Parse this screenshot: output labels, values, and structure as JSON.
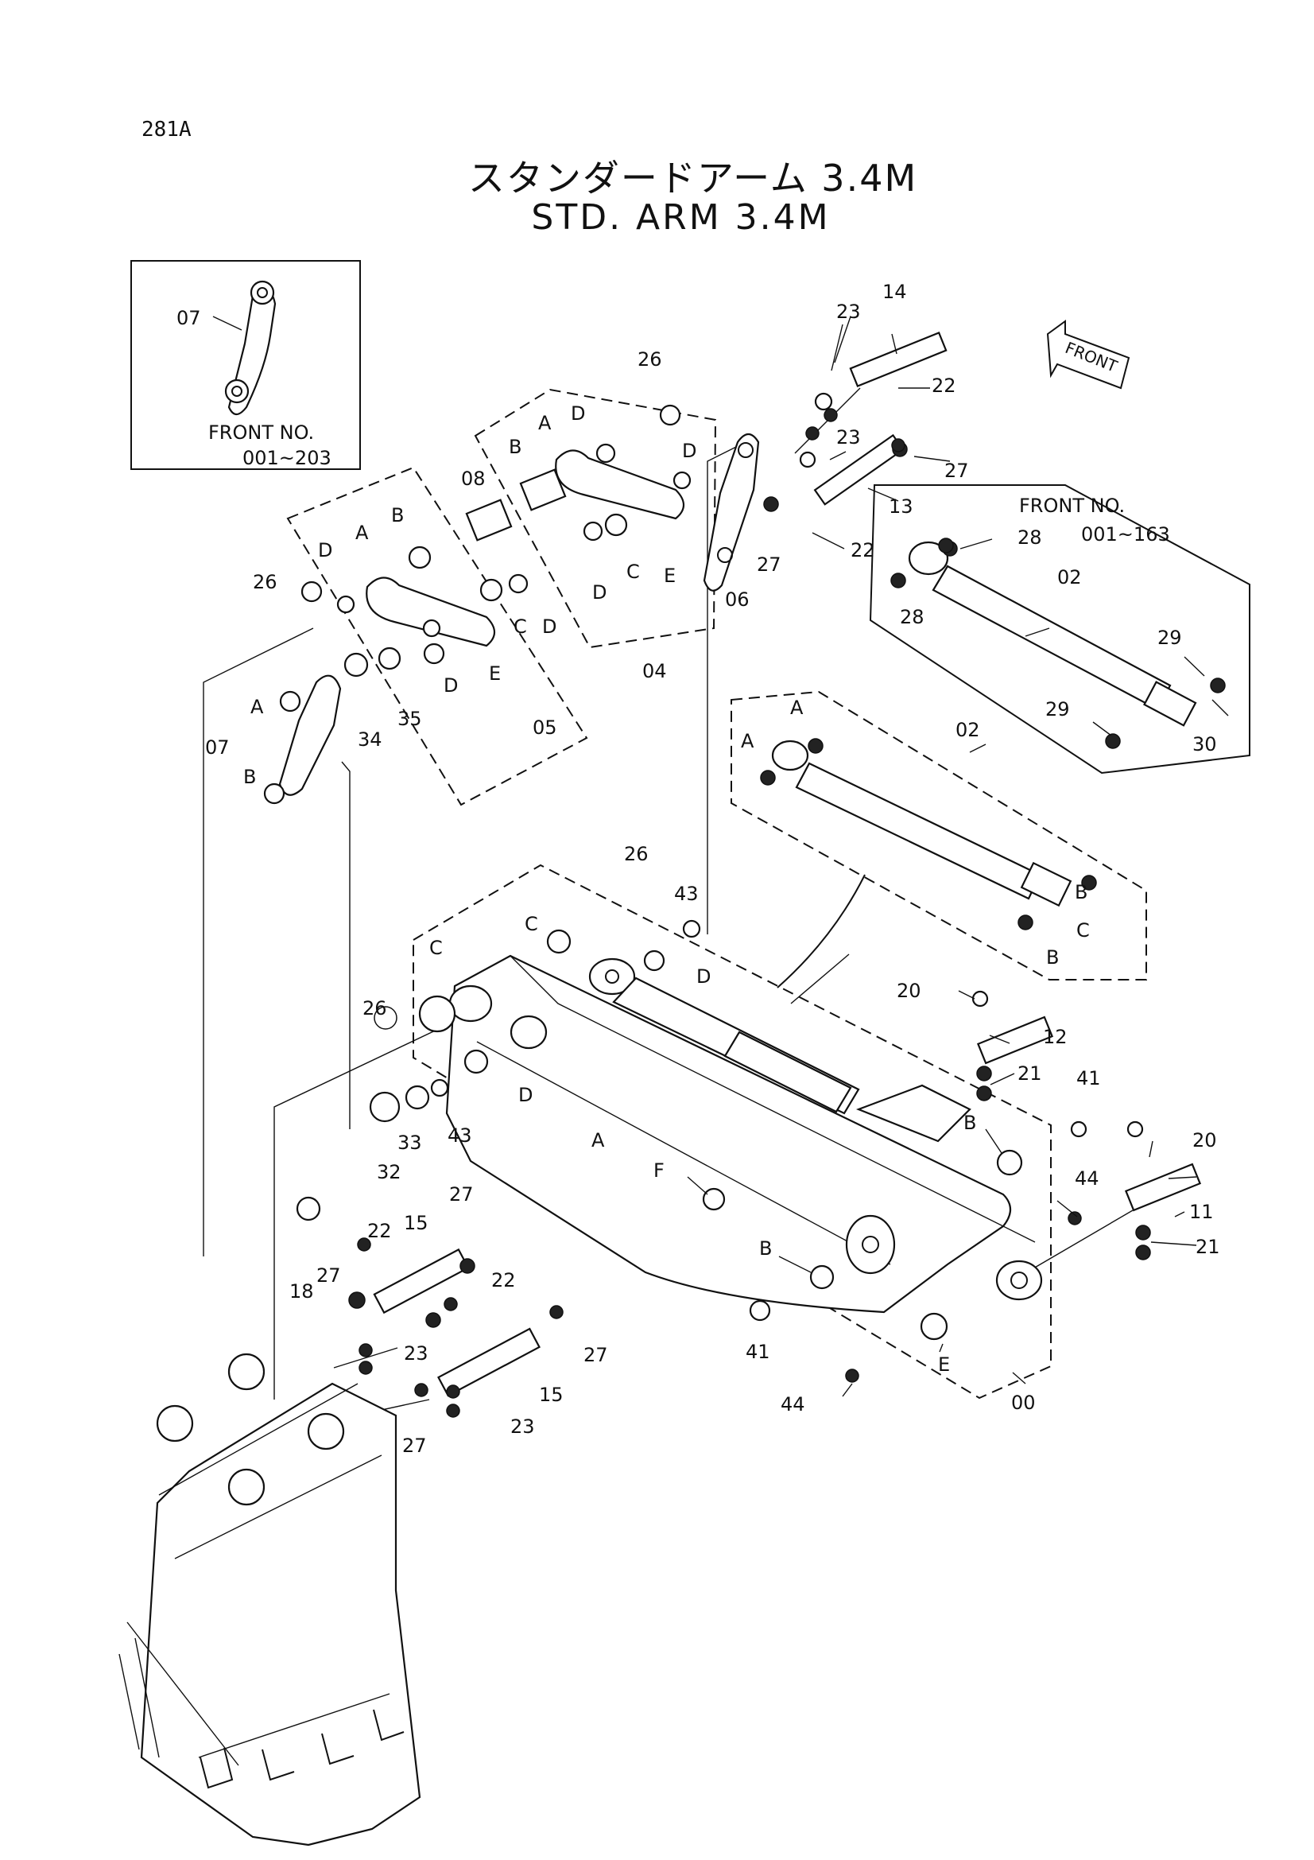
{
  "page_code": "281A",
  "title_jp": "スタンダードアーム 3.4M",
  "title_en": "STD. ARM 3.4M",
  "front_arrow": "FRONT",
  "inset_left": {
    "label": "FRONT NO.",
    "range": "001~203",
    "part": "07"
  },
  "inset_right": {
    "label": "FRONT NO.",
    "range": "001~163"
  },
  "labels": {
    "p00": "00",
    "p02a": "02",
    "p02b": "02",
    "p04": "04",
    "p05": "05",
    "p06": "06",
    "p07": "07",
    "p08": "08",
    "p11": "11",
    "p12": "12",
    "p13": "13",
    "p14": "14",
    "p15a": "15",
    "p15b": "15",
    "p18": "18",
    "p20a": "20",
    "p20b": "20",
    "p21a": "21",
    "p21b": "21",
    "p22a": "22",
    "p22b": "22",
    "p22c": "22",
    "p22d": "22",
    "p23a": "23",
    "p23b": "23",
    "p23c": "23",
    "p23d": "23",
    "p26a": "26",
    "p26b": "26",
    "p26c": "26",
    "p26d": "26",
    "p27a": "27",
    "p27b": "27",
    "p27c": "27",
    "p27d": "27",
    "p27e": "27",
    "p27f": "27",
    "p28a": "28",
    "p28b": "28",
    "p29a": "29",
    "p29b": "29",
    "p30": "30",
    "p32": "32",
    "p33": "33",
    "p34": "34",
    "p35": "35",
    "p41a": "41",
    "p41b": "41",
    "p43a": "43",
    "p43b": "43",
    "p44a": "44",
    "p44b": "44"
  },
  "letters": {
    "A": "A",
    "B": "B",
    "C": "C",
    "D": "D",
    "E": "E",
    "F": "F"
  }
}
